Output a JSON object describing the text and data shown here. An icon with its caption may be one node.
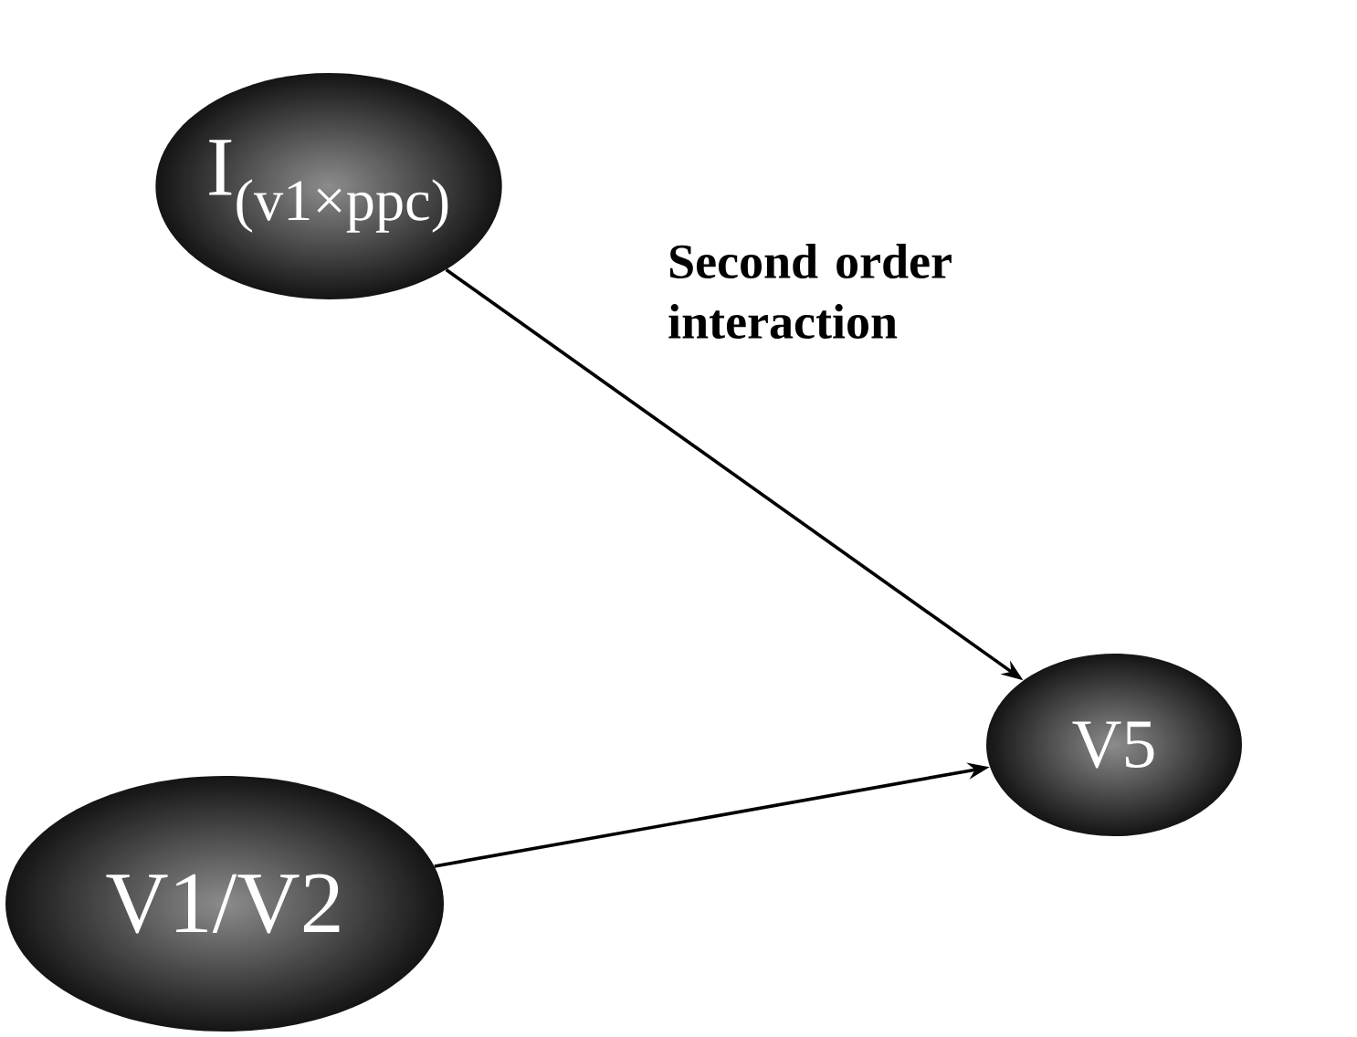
{
  "diagram": {
    "nodes": [
      {
        "text": [
          "I$_{(v1×ppc)}$"
        ]
      },
      {
        "text": [
          "V5"
        ]
      },
      {
        "text": [
          "V1/V2"
        ]
      }
    ],
    "edges": [
      {
        "from": 0,
        "to": 1,
        "arrow": "to",
        "label": "Second order interaction"
      },
      {
        "from": 2,
        "to": 1,
        "arrow": "to"
      }
    ]
  }
}
